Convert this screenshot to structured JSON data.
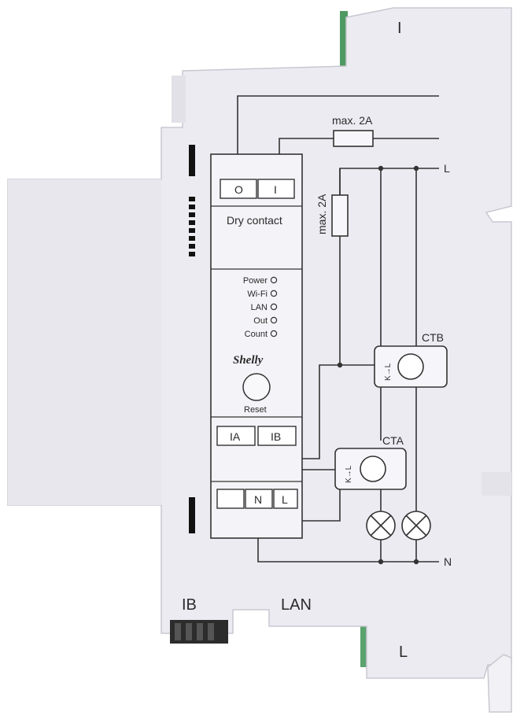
{
  "device": {
    "edge_labels": {
      "top": "I",
      "bottom_right": "L",
      "bottom_left": "IB",
      "bottom_center": "LAN"
    },
    "wiring": {
      "fuse_label_top": "max. 2A",
      "fuse_label_side": "max. 2A",
      "line_label": "L",
      "neutral_label": "N"
    },
    "module": {
      "dry_contact_terminals": [
        "O",
        "I"
      ],
      "dry_contact_label": "Dry contact",
      "indicators": [
        "Power",
        "Wi-Fi",
        "LAN",
        "Out",
        "Count"
      ],
      "brand": "Shelly",
      "reset_label": "Reset",
      "input_terminals": [
        "IA",
        "IB"
      ],
      "power_terminals": [
        "",
        "N",
        "L"
      ]
    },
    "sensors": {
      "ctb_label": "CTB",
      "cta_label": "CTA",
      "ct_marking": "K→L"
    },
    "colors": {
      "housing": "#ecebf2",
      "housing_shade": "#dcdbe3",
      "line": "#333333",
      "clip_green": "#4f9a62"
    }
  }
}
